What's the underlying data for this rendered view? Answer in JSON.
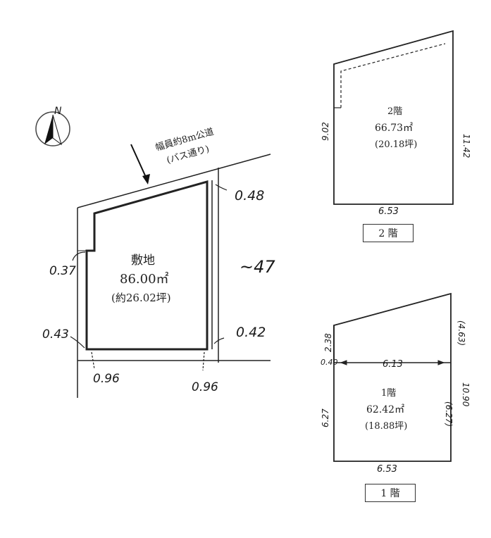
{
  "compass": {
    "north_label": "N",
    "icon": "north-arrow-icon"
  },
  "road": {
    "line1": "幅員約8m公道",
    "line2": "(バス通り)"
  },
  "site": {
    "title": "敷地",
    "area": "86.00㎡",
    "tsubo": "(約26.02坪)"
  },
  "site_dims": {
    "top_right": "0.48",
    "right_side": "~47",
    "left_upper": "0.37",
    "left_lower": "0.43",
    "right_lower": "0.42",
    "bottom_left": "0.96",
    "bottom_right": "0.96"
  },
  "floor2": {
    "title": "2階",
    "area": "66.73㎡",
    "tsubo": "(20.18坪)",
    "left": "9.02",
    "right": "11.42",
    "bottom": "6.53",
    "caption": "2 階"
  },
  "floor1": {
    "title": "1階",
    "area": "62.42㎡",
    "tsubo": "(18.88坪)",
    "left_upper": "2.38",
    "left_offset": "0.40",
    "top_width": "6.13",
    "right_upper": "(4.63)",
    "right_total": "10.90",
    "left_lower": "6.27",
    "right_lower": "(6.27)",
    "bottom": "6.53",
    "caption": "1 階"
  }
}
